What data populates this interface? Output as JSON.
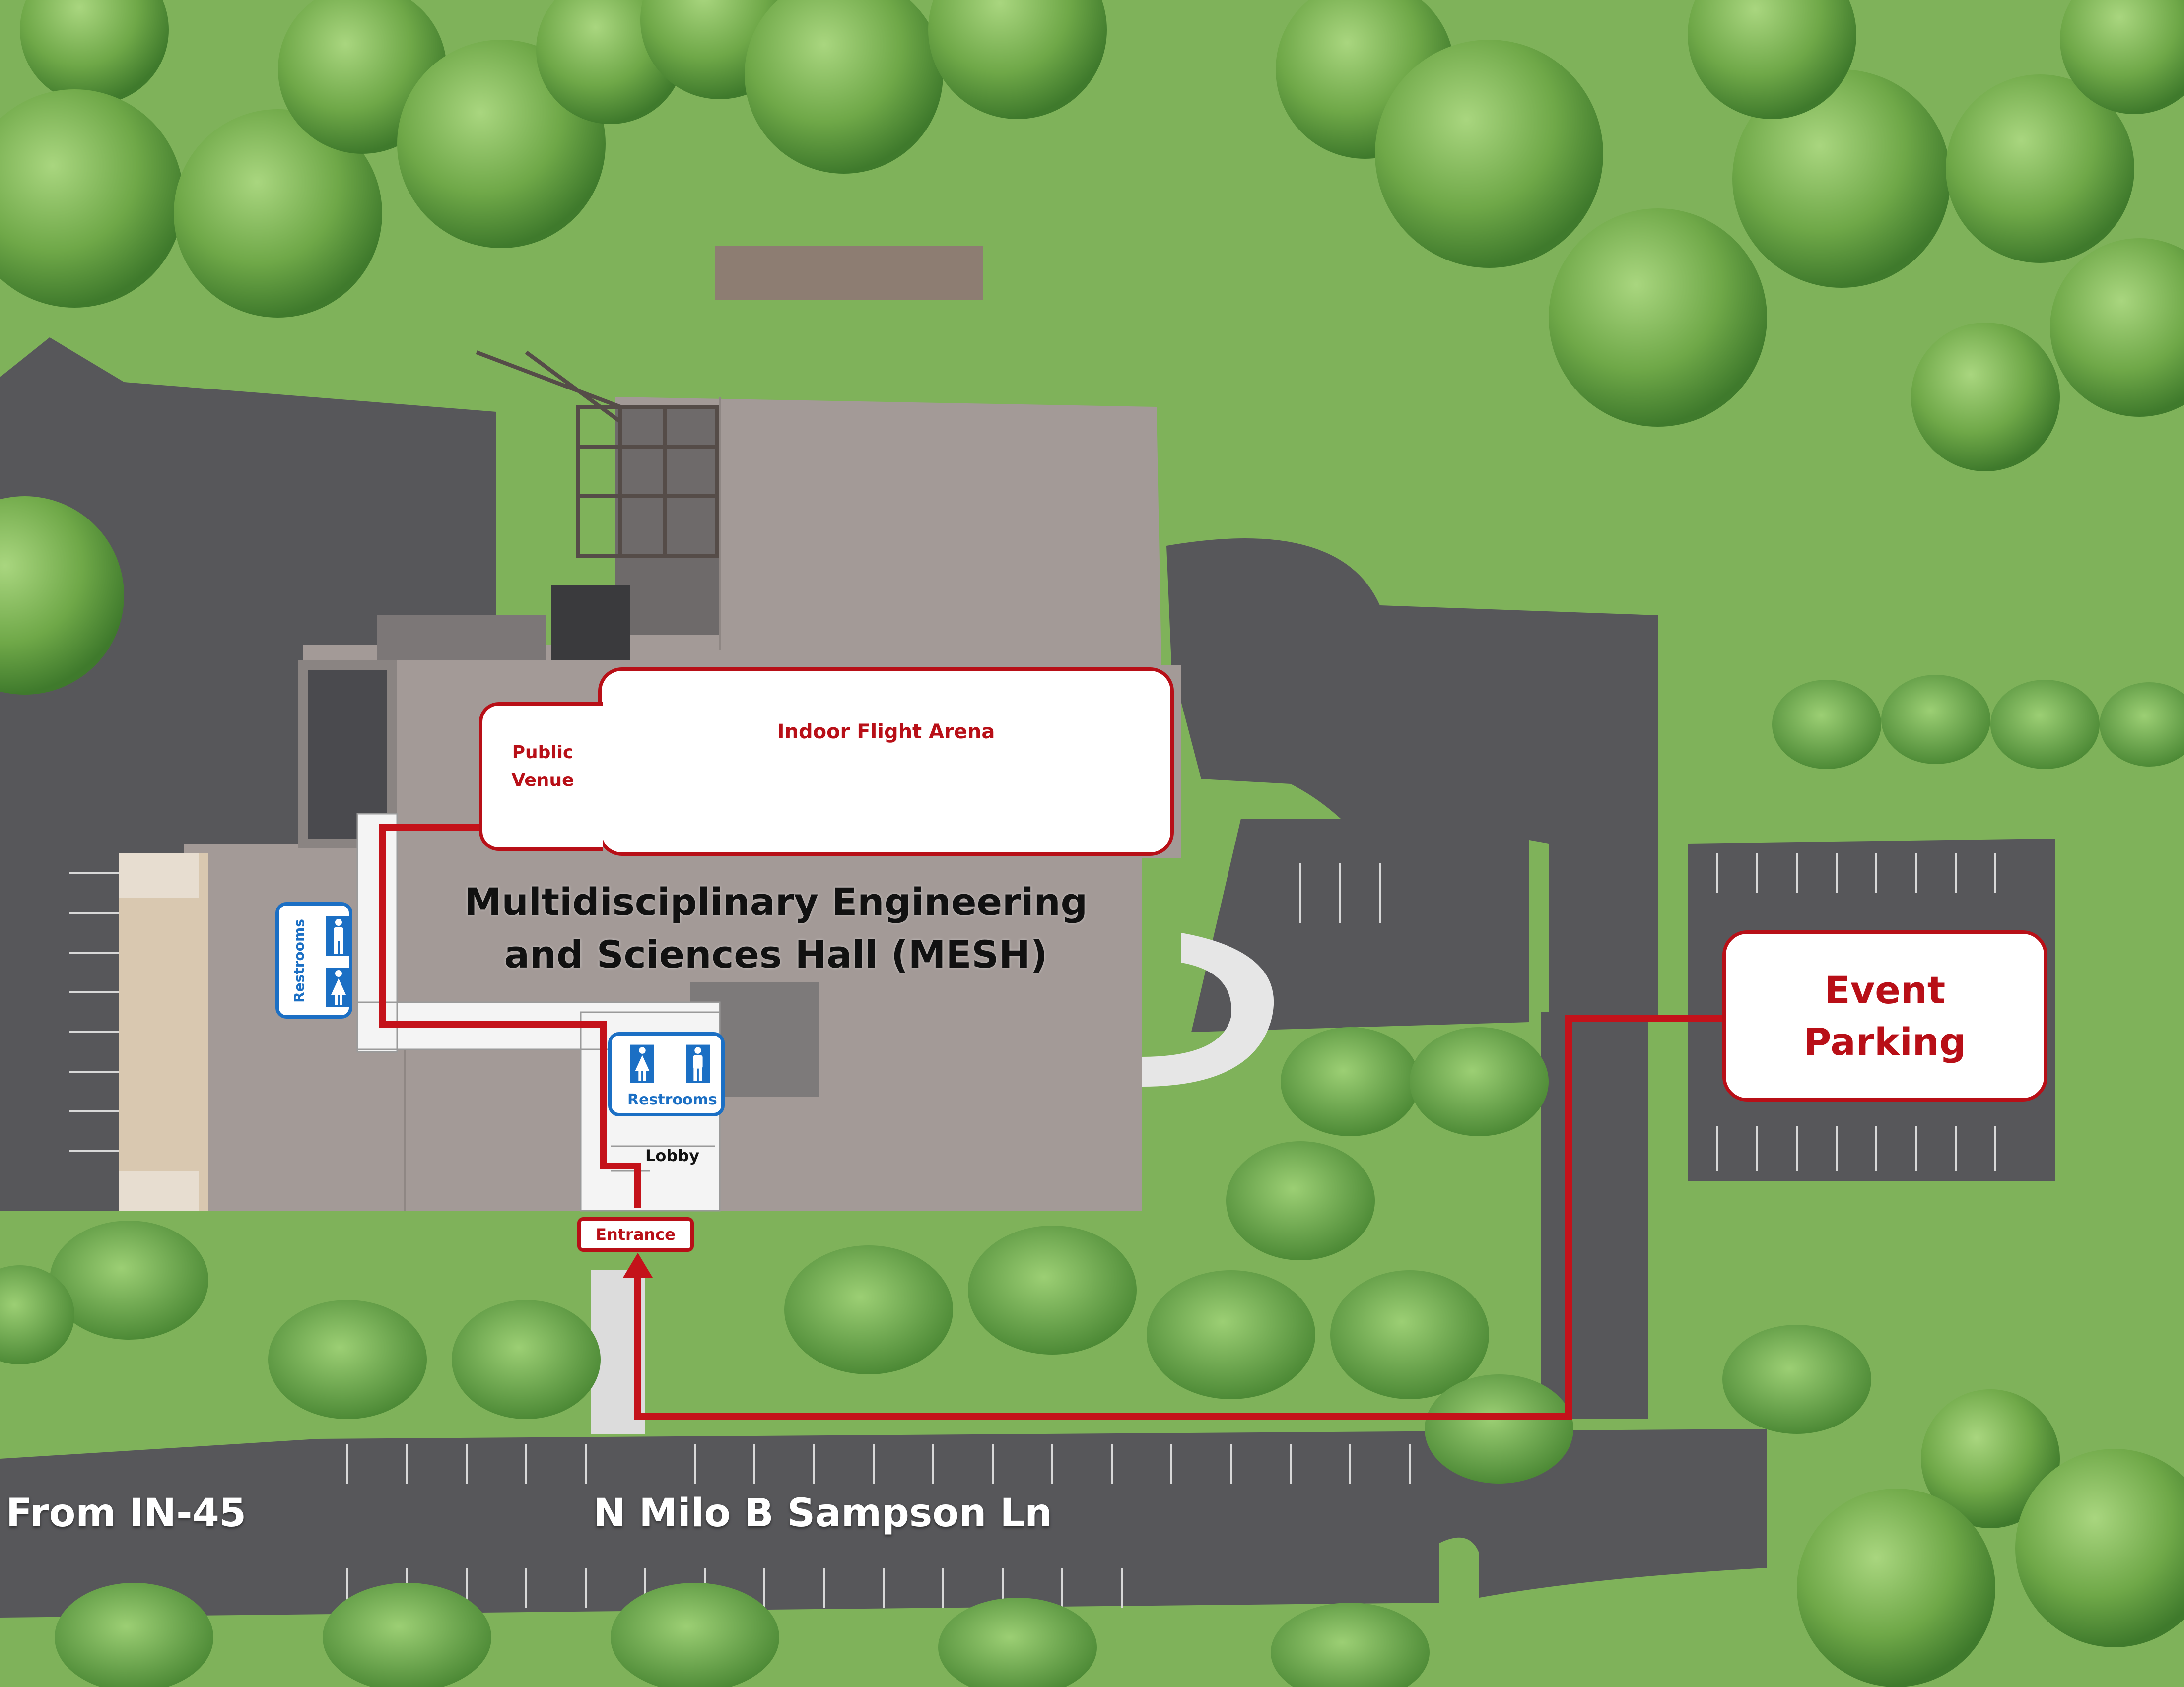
{
  "map": {
    "building_name_line1": "Multidisciplinary Engineering",
    "building_name_line2": "and Sciences Hall (MESH)",
    "indoor_flight_arena": "Indoor Flight Arena",
    "public_venue_line1": "Public",
    "public_venue_line2": "Venue",
    "event_parking_line1": "Event",
    "event_parking_line2": "Parking",
    "restrooms_west": "Restrooms",
    "restrooms_lobby": "Restrooms",
    "lobby": "Lobby",
    "entrance": "Entrance",
    "road_label": "N Milo B Sampson Ln",
    "from_label": "From IN-45"
  },
  "colors": {
    "grass": "#7fb25a",
    "road": "#555558",
    "roof": "#a39a97",
    "route": "#c4121a",
    "callout_red": "#b80f17",
    "restroom_blue": "#1b6fc4"
  },
  "icons": [
    "restroom-men-icon",
    "restroom-women-icon",
    "route-arrow-icon",
    "tree-icon"
  ]
}
